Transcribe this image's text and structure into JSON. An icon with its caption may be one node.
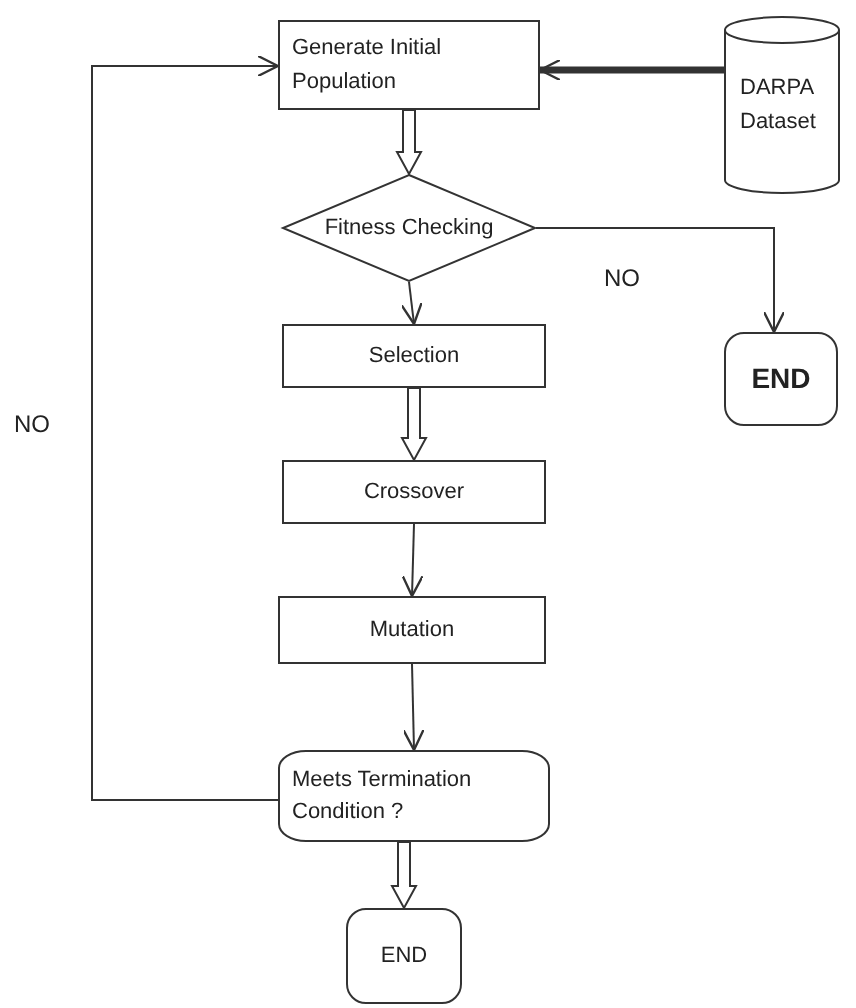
{
  "diagram": {
    "nodes": [
      {
        "text": [
          "Generate Initial Population"
        ]
      },
      {
        "text": [
          "DARPA Dataset"
        ]
      },
      {
        "text": [
          "Fitness Checking"
        ]
      },
      {
        "text": [
          "Selection"
        ]
      },
      {
        "text": [
          "END"
        ]
      },
      {
        "text": [
          "Crossover"
        ]
      },
      {
        "text": [
          "Mutation"
        ]
      },
      {
        "text": [
          "Meets Termination Condition ?"
        ]
      },
      {
        "text": [
          "END"
        ]
      }
    ],
    "edges": [
      {
        "from": 0,
        "to": 2,
        "arrow": "to"
      },
      {
        "from": 1,
        "to": 0,
        "arrow": "to",
        "style": "thick"
      },
      {
        "from": 2,
        "to": 4,
        "arrow": "to",
        "label": "NO"
      },
      {
        "from": 2,
        "to": 3,
        "arrow": "to"
      },
      {
        "from": 3,
        "to": 5,
        "arrow": "to"
      },
      {
        "from": 5,
        "to": 6,
        "arrow": "to"
      },
      {
        "from": 6,
        "to": 7,
        "arrow": "to"
      },
      {
        "from": 7,
        "to": 8,
        "arrow": "to"
      },
      {
        "from": 7,
        "to": 0,
        "arrow": "to",
        "label": "NO"
      }
    ]
  }
}
